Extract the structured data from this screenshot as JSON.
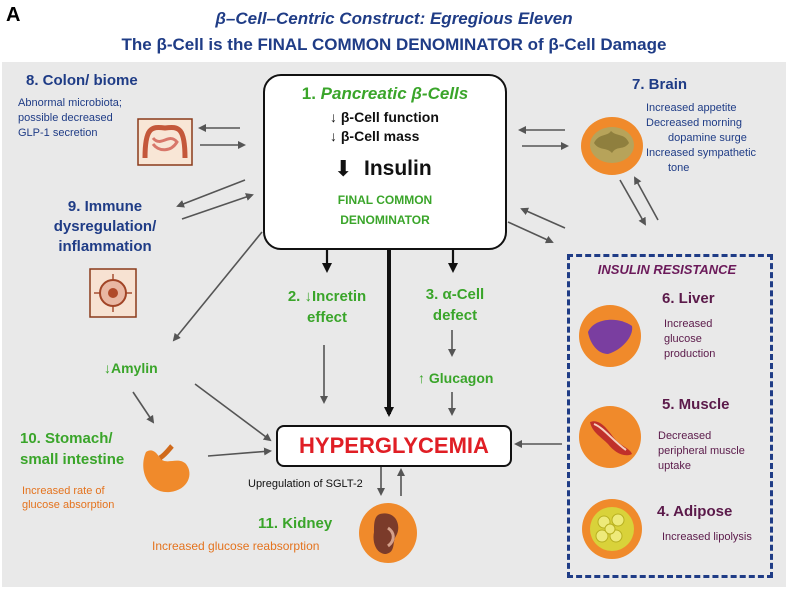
{
  "figure_letter": "A",
  "title_line1": "β–Cell–Centric Construct: Egregious Eleven",
  "title_line2": "The β-Cell is the FINAL COMMON DENOMINATOR of β-Cell Damage",
  "pancreas": {
    "heading_num": "1. ",
    "heading_name": "Pancreatic β-Cells",
    "line1": "↓ β-Cell function",
    "line2": "↓ β-Cell mass",
    "insulin_arrow": "⬇",
    "insulin": "Insulin",
    "final1": "FINAL COMMON",
    "final2": "DENOMINATOR"
  },
  "colon": {
    "title": "8. Colon/ biome",
    "desc1": "Abnormal microbiota;",
    "desc2": "possible decreased",
    "desc3": "GLP-1 secretion"
  },
  "brain": {
    "title": "7. Brain",
    "desc1": "Increased  appetite",
    "desc2": "Decreased morning",
    "desc3": "dopamine surge",
    "desc4": "Increased sympathetic",
    "desc5": "tone"
  },
  "immune": {
    "line1": "9.  Immune",
    "line2": "dysregulation/",
    "line3": "inflammation"
  },
  "incretin": {
    "line1": "2. ↓Incretin",
    "line2": "effect"
  },
  "alpha": {
    "line1": "3. α-Cell",
    "line2": "defect",
    "glucagon": "↑ Glucagon"
  },
  "amylin": "↓Amylin",
  "stomach": {
    "line1": "10. Stomach/",
    "line2": "small intestine",
    "desc1": "Increased rate of",
    "desc2": "glucose absorption"
  },
  "hyperglycemia": "HYPERGLYCEMIA",
  "sglt2": "Upregulation of SGLT-2",
  "kidney": {
    "title": "11.  Kidney",
    "desc": "Increased glucose reabsorption"
  },
  "insulin_resistance": {
    "title": "INSULIN RESISTANCE",
    "liver": {
      "title": "6. Liver",
      "desc1": "Increased",
      "desc2": "glucose",
      "desc3": "production"
    },
    "muscle": {
      "title": "5. Muscle",
      "desc1": "Decreased",
      "desc2": "peripheral muscle",
      "desc3": "uptake"
    },
    "adipose": {
      "title": "4. Adipose",
      "desc": "Increased lipolysis"
    }
  }
}
